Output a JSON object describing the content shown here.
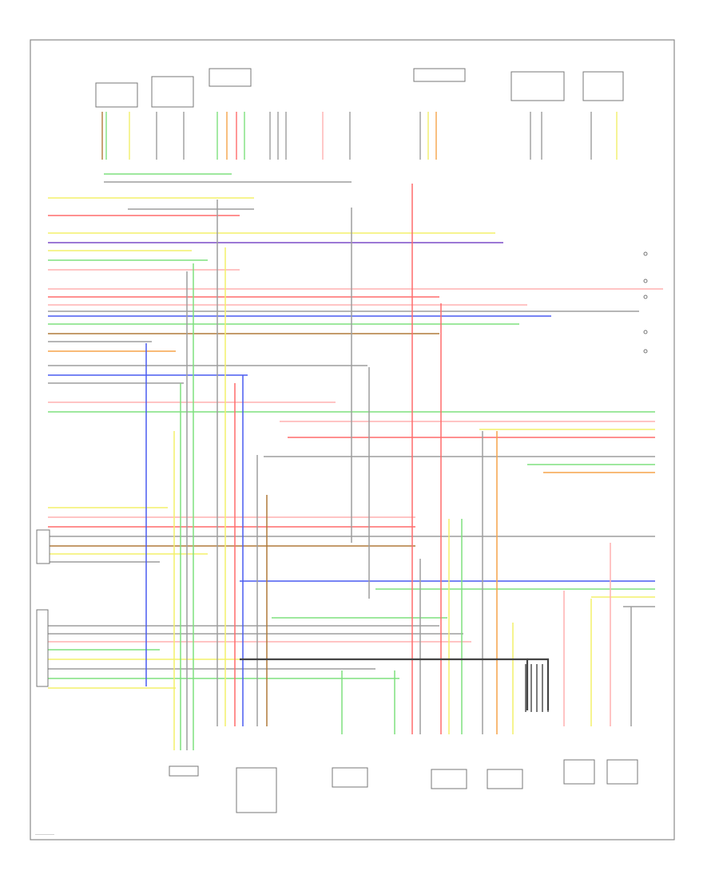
{
  "title": "",
  "footer": {
    "code": "————"
  },
  "colors": {
    "green": "#7ee07e",
    "yellow": "#f3f06a",
    "red": "#ff6b6b",
    "pink": "#ffb0b0",
    "blue": "#4a5cf0",
    "purple": "#7c4cc7",
    "orange": "#f5a44a",
    "grey": "#9d9d9d",
    "black": "#444444",
    "brown": "#b07a3a",
    "violet": "#b58cf0"
  },
  "top_components": [
    {
      "id": "c1",
      "name": "component-1",
      "label": ""
    },
    {
      "id": "c2",
      "name": "component-2",
      "label": ""
    },
    {
      "id": "c3",
      "name": "component-3",
      "label": ""
    },
    {
      "id": "c4",
      "name": "component-4",
      "label": ""
    },
    {
      "id": "c5",
      "name": "component-5",
      "label": ""
    },
    {
      "id": "c6",
      "name": "component-6",
      "label": ""
    },
    {
      "id": "c7",
      "name": "component-7",
      "label": ""
    },
    {
      "id": "c8",
      "name": "component-8",
      "label": ""
    }
  ],
  "bottom_components": [
    {
      "name": "bottom-component-1",
      "label": ""
    },
    {
      "name": "bottom-component-2",
      "label": ""
    },
    {
      "name": "bottom-component-3",
      "label": ""
    },
    {
      "name": "bottom-component-4",
      "label": ""
    },
    {
      "name": "bottom-component-5",
      "label": ""
    },
    {
      "name": "bottom-component-6",
      "label": ""
    },
    {
      "name": "bottom-component-7",
      "label": ""
    }
  ]
}
